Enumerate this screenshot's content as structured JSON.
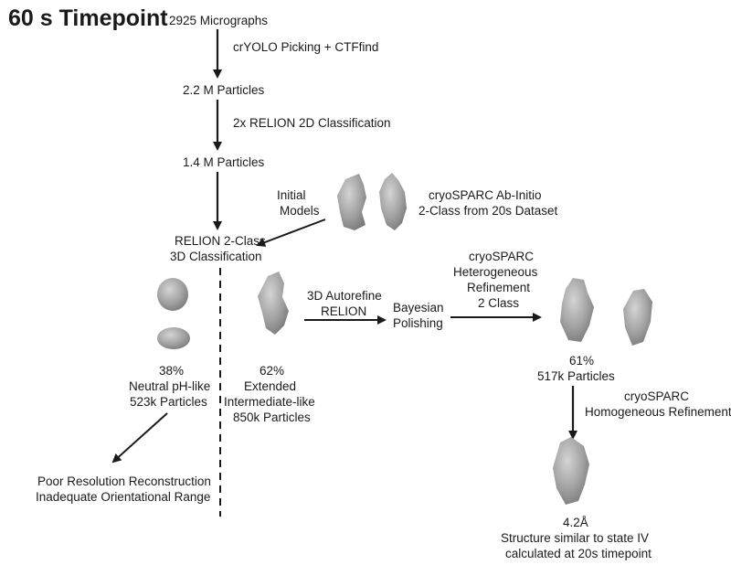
{
  "title": "60 s Timepoint",
  "nodes": {
    "micrographs": "2925 Micrographs",
    "particles_2_2m": "2.2 M Particles",
    "particles_1_4m": "1.4 M Particles",
    "relion_3d_line1": "RELION 2-Class",
    "relion_3d_line2": "3D Classification",
    "neutral_pct": "38%",
    "neutral_name": "Neutral pH-like",
    "neutral_count": "523k Particles",
    "extended_pct": "62%",
    "extended_name1": "Extended",
    "extended_name2": "Intermediate-like",
    "extended_count": "850k Particles",
    "poor_res_line1": "Poor Resolution Reconstruction",
    "poor_res_line2": "Inadequate Orientational Range",
    "bayesian_line1": "Bayesian",
    "bayesian_line2": "Polishing",
    "hetero_pct": "61%",
    "hetero_count": "517k Particles",
    "final_res": "4.2Å",
    "final_line1": "Structure similar to state IV",
    "final_line2": "calculated at 20s timepoint"
  },
  "steps": {
    "crYOLO": "crYOLO Picking + CTFfind",
    "relion_2d": "2x RELION 2D Classification",
    "initial_models_line1": "Initial",
    "initial_models_line2": "Models",
    "abinitio_line1": "cryoSPARC Ab-Initio",
    "abinitio_line2": "2-Class from 20s Dataset",
    "autorefine_line1": "3D Autorefine",
    "autorefine_line2": "RELION",
    "hetero_line1": "cryoSPARC",
    "hetero_line2": "Heterogeneous",
    "hetero_line3": "Refinement",
    "hetero_line4": "2 Class",
    "homo_line1": "cryoSPARC",
    "homo_line2": "Homogeneous Refinement"
  },
  "colors": {
    "text": "#1a1a1a",
    "arrow": "#1a1a1a",
    "density": "#9a9a9a"
  },
  "icons": [
    "density-map-icon"
  ]
}
